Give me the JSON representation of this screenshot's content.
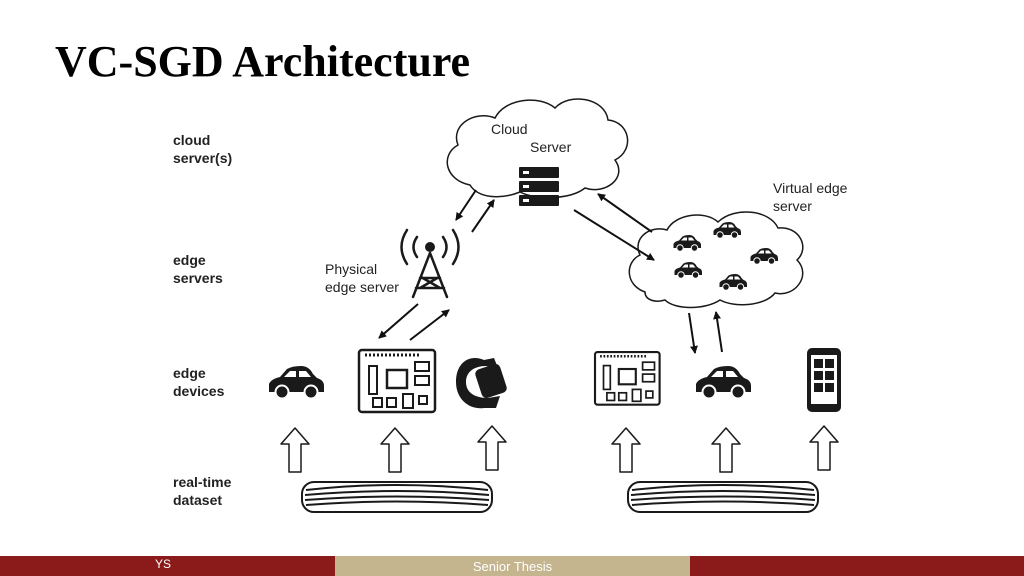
{
  "slide": {
    "title": "VC-SGD Architecture"
  },
  "row_labels": {
    "cloud": [
      "cloud",
      "server(s)"
    ],
    "edge_servers": [
      "edge",
      "servers"
    ],
    "edge_devices": [
      "edge",
      "devices"
    ],
    "dataset": [
      "real-time",
      "dataset"
    ]
  },
  "diagram": {
    "cloud_label_1": "Cloud",
    "cloud_label_2": "Server",
    "physical_label_1": "Physical",
    "physical_label_2": "edge server",
    "virtual_label_1": "Virtual edge",
    "virtual_label_2": "server"
  },
  "icons": [
    "server-rack-icon",
    "radio-tower-icon",
    "car-icon",
    "circuit-board-icon",
    "smartwatch-icon",
    "smartphone-icon",
    "up-arrow-icon",
    "dataset-disk-icon"
  ],
  "footer": {
    "author": "YS",
    "title": "Senior Thesis"
  }
}
